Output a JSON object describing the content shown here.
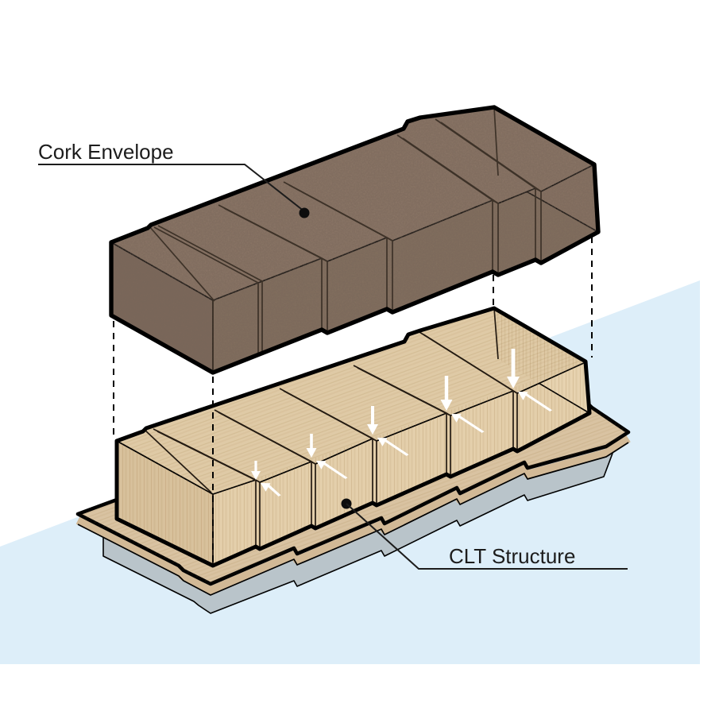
{
  "diagram": {
    "type": "exploded-axonometric-construction-diagram",
    "labels": {
      "cork_envelope": "Cork Envelope",
      "clt_structure": "CLT Structure"
    },
    "annotations": {
      "joint_arrow_pairs": "5",
      "projection_lines": "4",
      "projection_line_style": "dashed"
    },
    "colors": {
      "background": "#ffffff",
      "sky_band": "#ddeef9",
      "cork_top": "#8d7767",
      "cork_front": "#84705f",
      "cork_end_sw": "#7c685a",
      "cork_end_ne": "#8a7464",
      "wood_top": "#dfcaa6",
      "wood_front": "#e4cfab",
      "wood_end_sw": "#d8c19c",
      "wood_end_ne": "#e7d3b0",
      "platform_top": "#d9c3a2",
      "platform_side": "#d2b996",
      "base_slab": "#b9c4ca",
      "ink": "#000000",
      "arrow": "#ffffff",
      "label_text": "#1c1c1c"
    }
  }
}
